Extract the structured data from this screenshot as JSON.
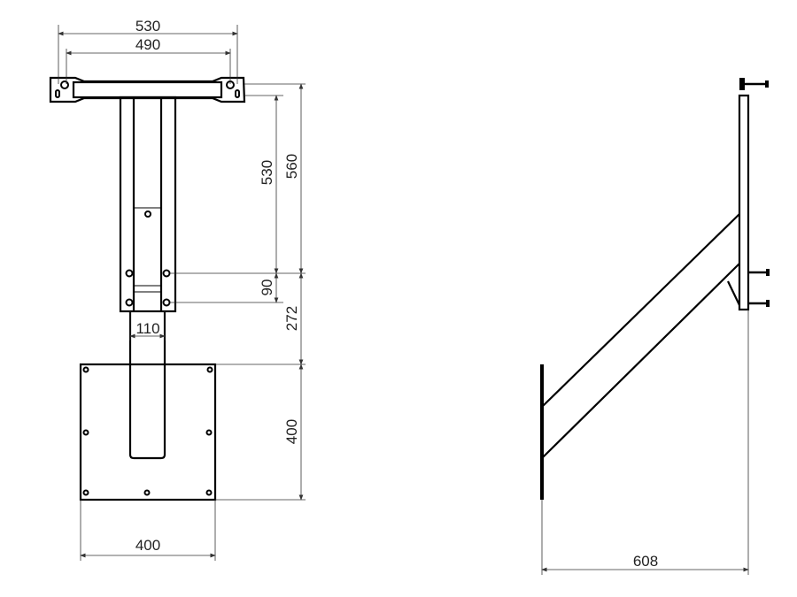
{
  "title": "Ceiling / wall mount bracket dimension drawing",
  "front_view": {
    "dims": {
      "top_width_outer": "530",
      "top_width_inner": "490",
      "column_height_inner": "530",
      "column_height_outer": "560",
      "hole_spacing": "90",
      "arm_offset": "272",
      "arm_width": "110",
      "plate_height": "400",
      "plate_width": "400"
    }
  },
  "side_view": {
    "dims": {
      "depth": "608"
    }
  }
}
